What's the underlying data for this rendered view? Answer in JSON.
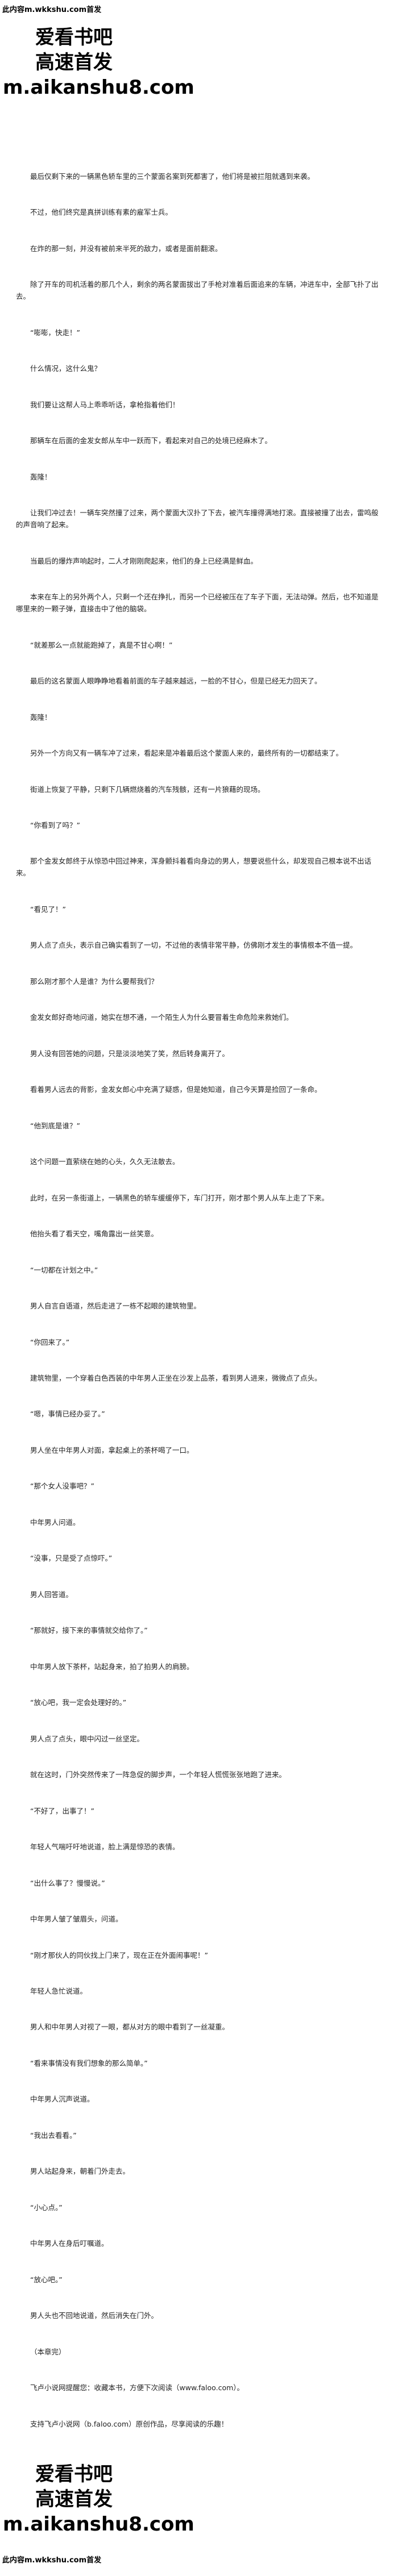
{
  "banner_top": "此内容m.wkkshu.com首发",
  "promo_top": {
    "line1": "爱看书吧",
    "line2": "高速首发",
    "line3": "m.aikanshu8.com"
  },
  "paragraphs": [
    "最后仅剩下来的一辆黑色轿车里的三个蒙面名案到死都害了，他们将是被拦阻就遇到来袭。",
    "不过，他们终究是真拼训练有素的雇军士兵。",
    "在炸的那一刻，并没有被前来半死的敌力，或者是面前翻滚。",
    "除了开车的司机活着的那几个人，剩余的两名蒙面拔出了手枪对准着后面追来的车辆，冲进车中，全部飞扑了出去。",
    "“嘭嘭，快走！”",
    "什么情况，这什么鬼？",
    "我们要让这帮人马上乖乖听话，拿枪指着他们！",
    "那辆车在后面的金发女郎从车中一跃而下，看起来对自己的处境已经麻木了。",
    "轰隆！",
    "让我们冲过去！一辆车突然撞了过来，两个蒙面大汉扑了下去，被汽车撞得满地打滚。直接被撞了出去，雷鸣般的声音响了起来。",
    "当最后的爆炸声响起时，二人才刚刚爬起来，他们的身上已经满是鲜血。",
    "本来在车上的另外两个人，只剩一个还在挣扎，而另一个已经被压在了车子下面，无法动弹。然后，也不知道是哪里来的一颗子弹，直接击中了他的脑袋。",
    "“就差那么一点就能跑掉了，真是不甘心啊！”",
    "最后的这名蒙面人眼睁睁地看着前面的车子越来越远，一脸的不甘心，但是已经无力回天了。",
    "轰隆！",
    "另外一个方向又有一辆车冲了过来，看起来是冲着最后这个蒙面人来的，最终所有的一切都结束了。",
    "街道上恢复了平静，只剩下几辆燃烧着的汽车残骸，还有一片狼藉的现场。",
    "“你看到了吗？”",
    "那个金发女郎终于从惊恐中回过神来，浑身颤抖着看向身边的男人，想要说些什么，却发现自己根本说不出话来。",
    "“看见了！”",
    "男人点了点头，表示自己确实看到了一切，不过他的表情非常平静，仿佛刚才发生的事情根本不值一提。",
    "那么刚才那个人是谁？为什么要帮我们？",
    "金发女郎好奇地问道，她实在想不通，一个陌生人为什么要冒着生命危险来救她们。",
    "男人没有回答她的问题，只是淡淡地笑了笑，然后转身离开了。",
    "看着男人远去的背影，金发女郎心中充满了疑惑，但是她知道，自己今天算是捡回了一条命。",
    "“他到底是谁？”",
    "这个问题一直萦绕在她的心头，久久无法散去。",
    "此时，在另一条街道上，一辆黑色的轿车缓缓停下，车门打开，刚才那个男人从车上走了下来。",
    "他抬头看了看天空，嘴角露出一丝笑意。",
    "“一切都在计划之中。”",
    "男人自言自语道，然后走进了一栋不起眼的建筑物里。",
    "“你回来了。”",
    "建筑物里，一个穿着白色西装的中年男人正坐在沙发上品茶，看到男人进来，微微点了点头。",
    "“嗯，事情已经办妥了。”",
    "男人坐在中年男人对面，拿起桌上的茶杯喝了一口。",
    "“那个女人没事吧？”",
    "中年男人问道。",
    "“没事，只是受了点惊吓。”",
    "男人回答道。",
    "“那就好，接下来的事情就交给你了。”",
    "中年男人放下茶杯，站起身来，拍了拍男人的肩膀。",
    "“放心吧，我一定会处理好的。”",
    "男人点了点头，眼中闪过一丝坚定。",
    "就在这时，门外突然传来了一阵急促的脚步声，一个年轻人慌慌张张地跑了进来。",
    "“不好了，出事了！”",
    "年轻人气喘吁吁地说道，脸上满是惊恐的表情。",
    "“出什么事了？慢慢说。”",
    "中年男人皱了皱眉头，问道。",
    "“刚才那伙人的同伙找上门来了，现在正在外面闹事呢！”",
    "年轻人急忙说道。",
    "男人和中年男人对视了一眼，都从对方的眼中看到了一丝凝重。",
    "“看来事情没有我们想象的那么简单。”",
    "中年男人沉声说道。",
    "“我出去看看。”",
    "男人站起身来，朝着门外走去。",
    "“小心点。”",
    "中年男人在身后叮嘱道。",
    "“放心吧。”",
    "男人头也不回地说道，然后消失在门外。",
    "（本章完）",
    "飞卢小说网提醒您：收藏本书，方便下次阅读（www.faloo.com）。",
    "支持飞卢小说网（b.faloo.com）原创作品，尽享阅读的乐趣！"
  ],
  "promo_bottom": {
    "line1": "爱看书吧",
    "line2": "高速首发",
    "line3": "m.aikanshu8.com"
  },
  "banner_bottom": "此内容m.wkkshu.com首发"
}
